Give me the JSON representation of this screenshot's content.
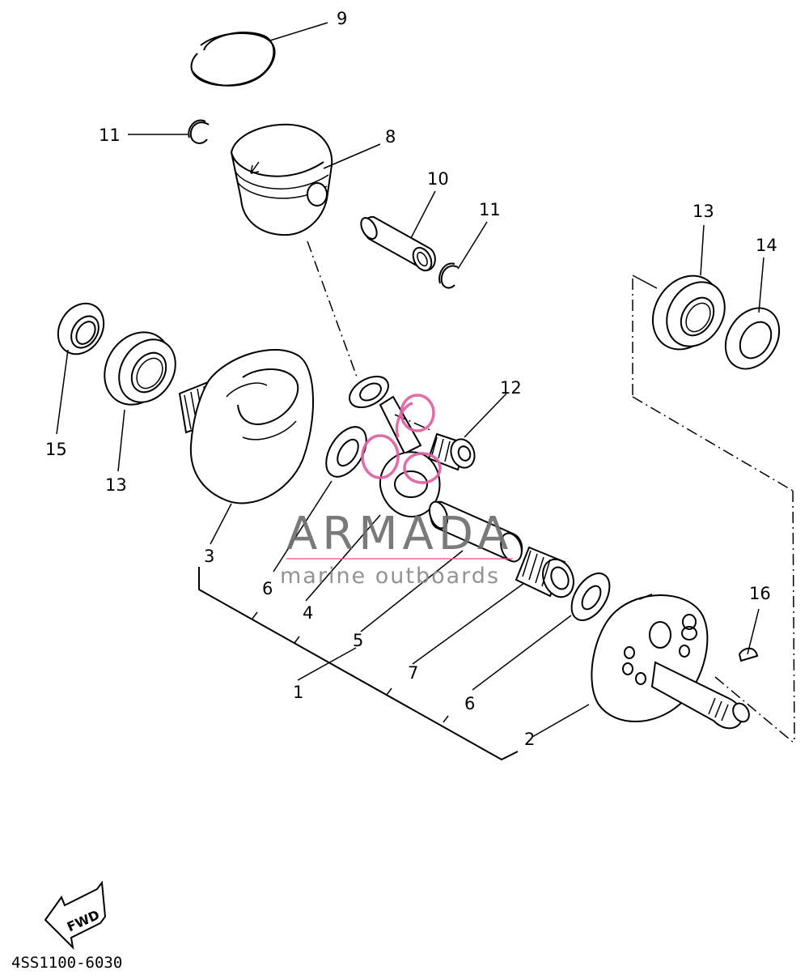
{
  "callouts": [
    "9",
    "11",
    "8",
    "10",
    "11",
    "12",
    "13",
    "14",
    "15",
    "13",
    "3",
    "6",
    "4",
    "5",
    "1",
    "7",
    "6",
    "2",
    "16"
  ],
  "watermark": {
    "brand": "ARMADA",
    "tagline": "marine outboards",
    "accent_color": "#e060a0",
    "text_color": "#6f6f6f"
  },
  "fwd_label": "FWD",
  "diagram_code": "4SS1100-6030"
}
